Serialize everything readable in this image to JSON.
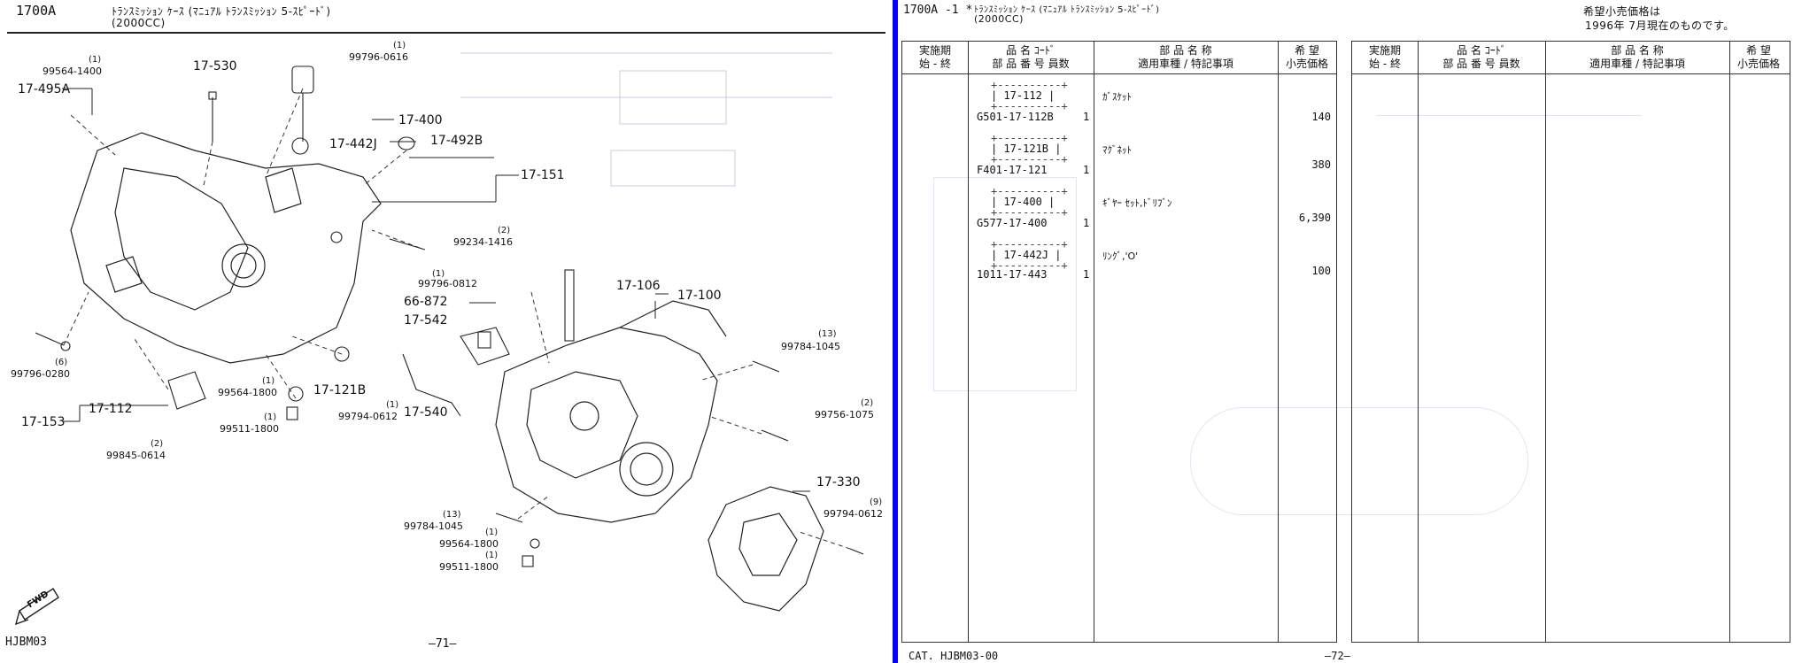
{
  "left_page": {
    "header": {
      "code": "1700A",
      "title": "ﾄﾗﾝｽﾐｯｼｮﾝ ｹｰｽ (ﾏﾆｭｱﾙ ﾄﾗﾝｽﾐｯｼｮﾝ 5-ｽﾋﾟｰﾄﾞ)",
      "subtitle": "(2000CC)"
    },
    "labels": {
      "l1": "(1)",
      "l2": "99564-1400",
      "l3": "17-495A",
      "l4": "17-530",
      "l5": "(1)",
      "l6": "99796-0616",
      "l7": "17-400",
      "l8": "17-442J",
      "l9": "17-492B",
      "l10": "17-151",
      "l11": "(2)",
      "l12": "99234-1416",
      "l13": "(1)",
      "l14": "99796-0812",
      "l15": "66-872",
      "l16": "17-542",
      "l17": "17-106",
      "l18": "17-100",
      "l19": "(13)",
      "l20": "99784-1045",
      "l21": "(6)",
      "l22": "99796-0280",
      "l23": "(1)",
      "l24": "99564-1800",
      "l25": "17-121B",
      "l26": "(1)",
      "l27": "99794-0612",
      "l28": "17-540",
      "l29": "(1)",
      "l30": "99511-1800",
      "l31": "17-112",
      "l32": "17-153",
      "l33": "(2)",
      "l34": "99845-0614",
      "l35": "(2)",
      "l36": "99756-1075",
      "l37": "17-330",
      "l38": "(9)",
      "l39": "99794-0612",
      "l40": "(13)",
      "l41": "99784-1045",
      "l42": "(1)",
      "l43": "99564-1800",
      "l44": "(1)",
      "l45": "99511-1800"
    },
    "fwd": "FWD",
    "footer": {
      "code": "HJBM03",
      "page": "—71—"
    }
  },
  "right_page": {
    "header": {
      "code": "1700A -1 *",
      "title": "ﾄﾗﾝｽﾐｯｼｮﾝ ｹｰｽ (ﾏﾆｭｱﾙ ﾄﾗﾝｽﾐｯｼｮﾝ 5-ｽﾋﾟｰﾄﾞ)",
      "subtitle": "(2000CC)"
    },
    "notice": {
      "line1": "希望小売価格は",
      "line2": "1996年 7月現在のものです。"
    },
    "table_headers": {
      "col1_a": "実施期",
      "col1_b": "始 - 終",
      "col2_a": "品 名 ｺｰﾄﾞ",
      "col2_b": "部 品 番 号 員数",
      "col3_a": "部 品 名 称",
      "col3_b": "適用車種 / 特記事項",
      "col4_a": "希 望",
      "col4_b": "小売価格"
    },
    "rows": [
      {
        "code": "| 17-112 |",
        "name": "ｶﾞｽｹｯﾄ",
        "part_no": "G501-17-112B",
        "qty": "1",
        "price": "140"
      },
      {
        "code": "| 17-121B |",
        "name": "ﾏｸﾞﾈｯﾄ",
        "part_no": "F401-17-121",
        "qty": "1",
        "price": "380"
      },
      {
        "code": "| 17-400 |",
        "name": "ｷﾞﾔｰ ｾｯﾄ,ﾄﾞﾘﾌﾞﾝ",
        "part_no": "G577-17-400",
        "qty": "1",
        "price": "6,390"
      },
      {
        "code": "| 17-442J |",
        "name": "ﾘﾝｸﾞ,'O'",
        "part_no": "1011-17-443",
        "qty": "1",
        "price": "100"
      }
    ],
    "footer": {
      "code": "CAT. HJBM03-00",
      "page": "—72—"
    }
  }
}
